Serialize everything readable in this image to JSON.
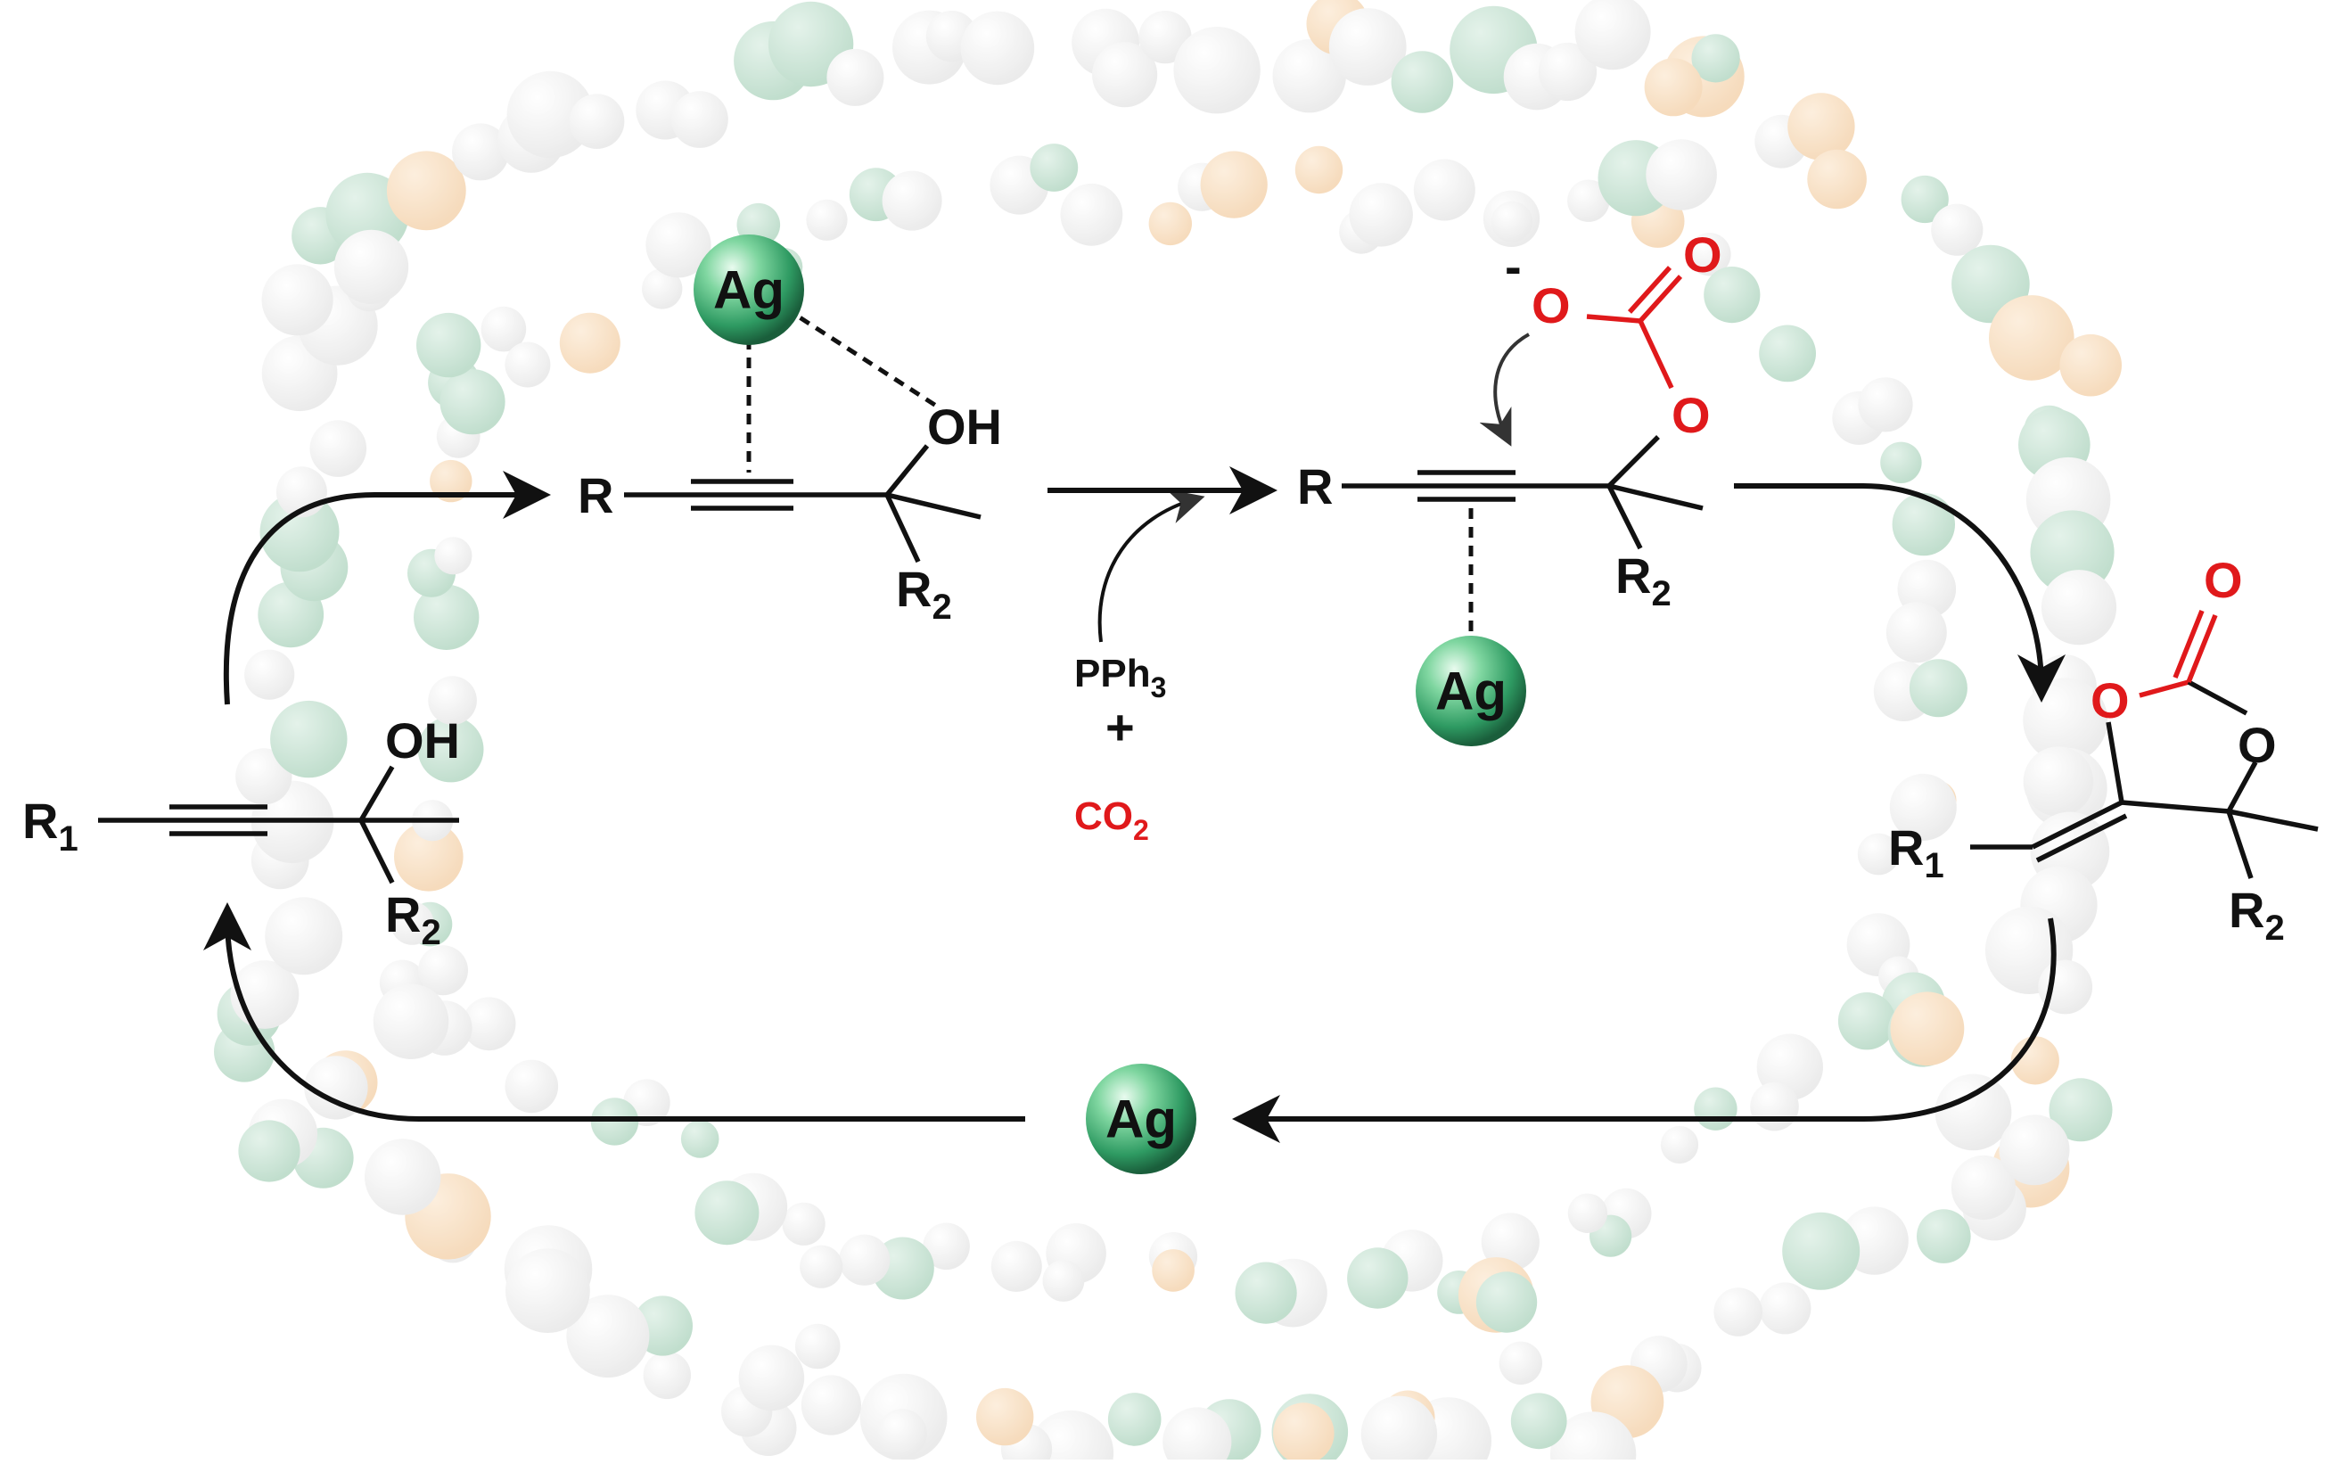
{
  "labels": {
    "ag": "Ag",
    "r": "R",
    "r1": "R",
    "r1_sub": "1",
    "r2": "R",
    "r2_sub": "2",
    "oh": "OH",
    "o": "O",
    "minus": "-",
    "pph3_main": "PPh",
    "pph3_sub": "3",
    "plus": "+",
    "co2_main": "CO",
    "co2_sub": "2"
  },
  "colors": {
    "oxygen": "#e0191b",
    "silver_sphere": "#2e9a62",
    "bond": "#111111",
    "framework_green": "#3f9a6f",
    "framework_orange": "#f0a040"
  }
}
